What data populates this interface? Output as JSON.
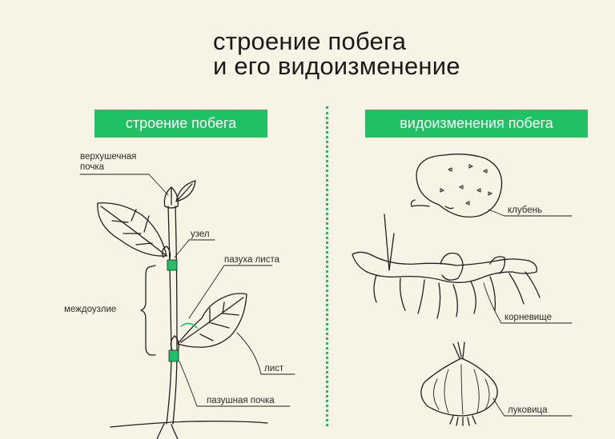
{
  "title": {
    "line1": "строение побега",
    "line2": "и его видоизменение"
  },
  "left_section": {
    "header": "строение побега",
    "labels": {
      "apical_bud": [
        "верхушечная",
        "почка"
      ],
      "node": "узел",
      "leaf_axil": "пазуха листа",
      "internode": "междоузлие",
      "leaf": "лист",
      "axillary_bud": "пазушная почка"
    }
  },
  "right_section": {
    "header": "видоизменения побега",
    "labels": {
      "tuber": "клубень",
      "rhizome": "корневище",
      "bulb": "луковица"
    }
  },
  "colors": {
    "background": "#f7f4e6",
    "accent": "#22c064",
    "line": "#1f1f1f"
  }
}
